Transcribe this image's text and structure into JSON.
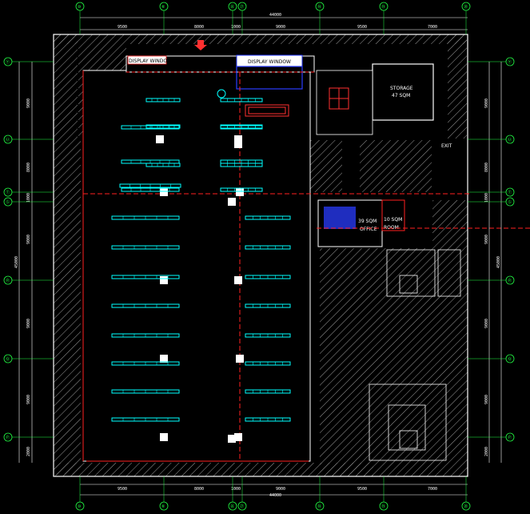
{
  "grid": {
    "columns": [
      "⑩",
      "⑥",
      "㉖",
      "㉗",
      "⑱",
      "⑲",
      "⑳"
    ],
    "rows": [
      "Ⓨ",
      "Ⓤ",
      "Ⓣ",
      "Ⓢ",
      "Ⓡ",
      "Ⓠ",
      "Ⓟ"
    ]
  },
  "dimensions": {
    "top_segments": [
      "9500",
      "8000",
      "1000",
      "9000",
      "9500",
      "7000"
    ],
    "top_total": "44000",
    "bottom_segments": [
      "9500",
      "8000",
      "1000",
      "9000",
      "9500",
      "7000"
    ],
    "bottom_total": "44000",
    "left_segments": [
      "9000",
      "8000",
      "1000",
      "9000",
      "9000",
      "9000",
      "2000"
    ],
    "left_total": "45000",
    "right_segments": [
      "9000",
      "8000",
      "1000",
      "9000",
      "9000",
      "9000",
      "2000"
    ],
    "right_total": "45000"
  },
  "rooms": {
    "display_window_left": "DISPLAY WINDOW",
    "display_window_right": "DISPLAY WINDOW",
    "storage_name": "STORAGE",
    "storage_area": "47 SQM",
    "office_area": "39 SQM",
    "office_name": "OFFICE",
    "room_area": "10 SQM",
    "room_name": "ROOM",
    "exit": "EXIT"
  },
  "colors": {
    "background": "#000000",
    "wall": "#ffffff",
    "hatch": "#9a9a9a",
    "shelving": "#00ffff",
    "fire_line": "#ff2020",
    "grid_label": "#22ff44",
    "furniture": "#ff3030",
    "office_blue": "#2a3cff"
  }
}
